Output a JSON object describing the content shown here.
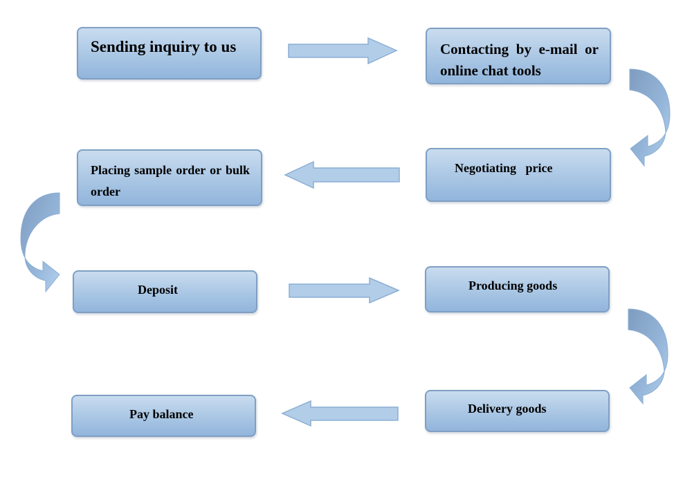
{
  "steps": [
    {
      "id": "inquiry",
      "label": "Sending inquiry to us"
    },
    {
      "id": "contacting",
      "label": "Contacting by e-mail or online chat tools"
    },
    {
      "id": "negotiating",
      "label": "Negotiating   price"
    },
    {
      "id": "placing-order",
      "label": "Placing sample order or bulk order"
    },
    {
      "id": "deposit",
      "label": "Deposit"
    },
    {
      "id": "producing",
      "label": "Producing goods"
    },
    {
      "id": "pay-balance",
      "label": "Pay balance"
    },
    {
      "id": "delivery",
      "label": "Delivery goods"
    }
  ],
  "colors": {
    "box_fill_top": "#c9dcef",
    "box_fill_bottom": "#92b5dc",
    "box_border": "#7f9fc3",
    "arrow_fill": "#b2cde8",
    "arrow_stroke": "#8aaed3",
    "curve_dark": "#7f9cbf",
    "curve_light": "#a8c6e6"
  }
}
